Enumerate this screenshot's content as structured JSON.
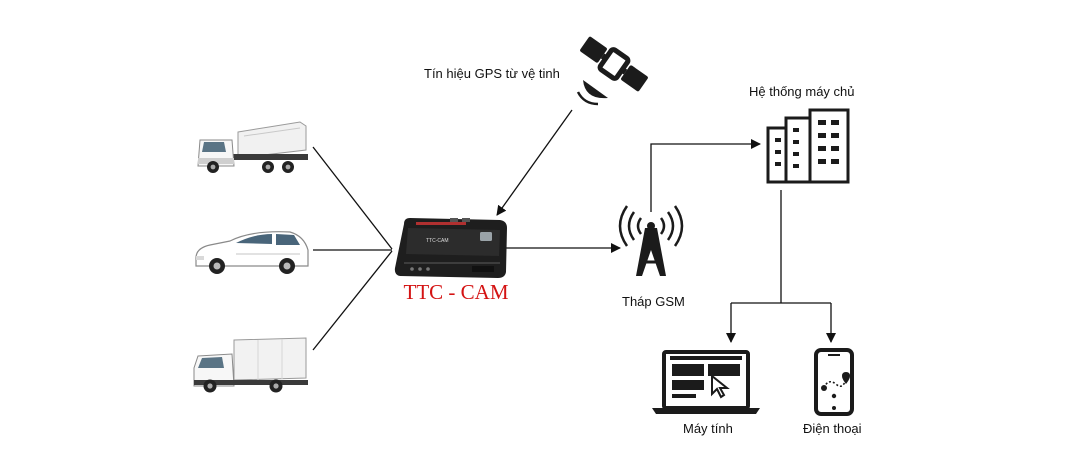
{
  "labels": {
    "gps_signal": "Tín hiệu GPS từ vệ tinh",
    "server_system": "Hệ thống máy chủ",
    "device": "TTC - CAM",
    "gsm_tower": "Tháp GSM",
    "computer": "Máy tính",
    "phone": "Điện thoại"
  },
  "device_panel": {
    "brand": "TTC-CAM"
  },
  "colors": {
    "device_title": "#d41313",
    "lines": "#111111",
    "icon_dark": "#1b1b1b"
  },
  "icons": [
    "dump-truck-icon",
    "car-icon",
    "box-truck-icon",
    "satellite-icon",
    "tracking-device-icon",
    "gsm-tower-icon",
    "server-building-icon",
    "laptop-icon",
    "smartphone-icon"
  ]
}
